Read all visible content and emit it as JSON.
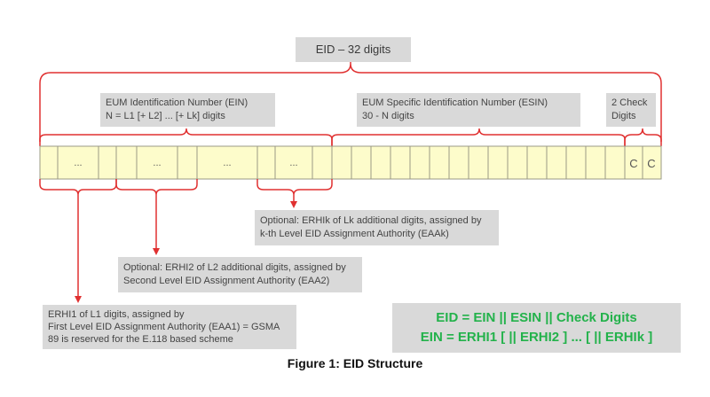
{
  "title": "EID – 32 digits",
  "ein": {
    "line1": "EUM Identification Number (EIN)",
    "line2": "N = L1 [+ L2] ... [+ Lk] digits"
  },
  "esin": {
    "line1": "EUM Specific Identification Number (ESIN)",
    "line2": "30 - N digits"
  },
  "check": {
    "line1": "2 Check",
    "line2": "Digits"
  },
  "cells": {
    "ellipsis": "...",
    "check_char": "C"
  },
  "notes": {
    "eaak": {
      "line1": "Optional: ERHIk of Lk additional digits, assigned by",
      "line2": "k-th Level EID Assignment Authority (EAAk)"
    },
    "eaa2": {
      "line1": "Optional: ERHI2 of L2 additional digits, assigned by",
      "line2": "Second Level EID Assignment Authority (EAA2)"
    },
    "eaa1": {
      "line1": "ERHI1 of L1 digits, assigned by",
      "line2": "First Level EID Assignment Authority (EAA1) = GSMA",
      "line3": "89 is reserved for the E.118 based scheme"
    }
  },
  "formula": {
    "line1": "EID = EIN || ESIN || Check Digits",
    "line2": "EIN = ERHI1 [ || ERHI2 ] ... [ || ERHIk ]"
  },
  "caption": "Figure 1: EID Structure",
  "colors": {
    "brace": "#e03030",
    "cell_fill": "#fdfccb",
    "box_fill": "#d9d9d9",
    "formula_text": "#23b24b"
  }
}
